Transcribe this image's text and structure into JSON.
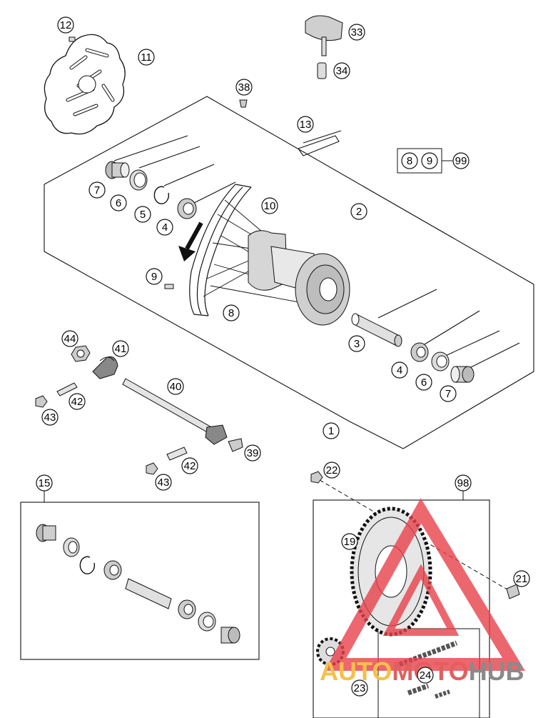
{
  "diagram": {
    "callouts": {
      "c12": "12",
      "c11": "11",
      "c33": "33",
      "c34": "34",
      "c38": "38",
      "c13": "13",
      "c8_box": "8",
      "c9_box": "9",
      "c99": "99",
      "c7_left": "7",
      "c6_left": "6",
      "c5_left": "5",
      "c4_left": "4",
      "c10": "10",
      "c2": "2",
      "c9_hub": "9",
      "c8_rim": "8",
      "c3": "3",
      "c4_right": "4",
      "c6_right": "6",
      "c7_right": "7",
      "c44": "44",
      "c41": "41",
      "c40": "40",
      "c42_top": "42",
      "c43_top": "43",
      "c1": "1",
      "c39": "39",
      "c42_bottom": "42",
      "c43_bottom": "43",
      "c15": "15",
      "c22": "22",
      "c98": "98",
      "c19": "19",
      "c21": "21",
      "c23": "23",
      "c24": "24"
    }
  },
  "watermark": {
    "brand_part1": "AUTO",
    "brand_part2": "MOTO",
    "brand_part3": "HUB",
    "color_part1": "#f5c04a",
    "color_part2": "#e06060",
    "color_part3": "#8a8a8a",
    "logo_color": "#e8414b"
  }
}
